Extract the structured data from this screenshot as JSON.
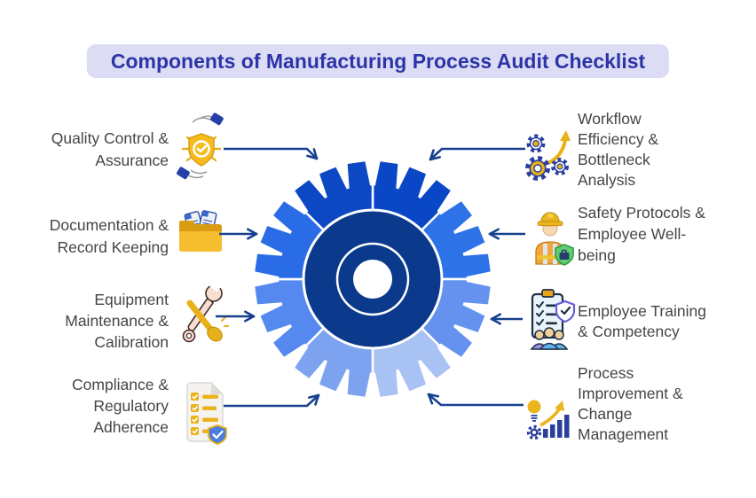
{
  "title": "Components of Manufacturing Process Audit Checklist",
  "title_style": {
    "text_color": "#2c34a7",
    "pill_bg": "#dcddf4"
  },
  "items_left": [
    {
      "label": "Quality Control &\nAssurance",
      "icon": "shield-check-hands-icon"
    },
    {
      "label": "Documentation &\nRecord Keeping",
      "icon": "folder-documents-icon"
    },
    {
      "label": "Equipment\nMaintenance &\nCalibration",
      "icon": "crossed-tools-icon"
    },
    {
      "label": "Compliance &\nRegulatory\nAdherence",
      "icon": "checklist-shield-icon"
    }
  ],
  "items_right": [
    {
      "label": "Workflow\nEfficiency &\nBottleneck\nAnalysis",
      "icon": "gears-growth-arrow-icon"
    },
    {
      "label": "Safety Protocols &\nEmployee Well-\nbeing",
      "icon": "safety-worker-shield-icon"
    },
    {
      "label": "Employee Training\n& Competency",
      "icon": "clipboard-team-shield-icon"
    },
    {
      "label": "Process\nImprovement &\nChange\nManagement",
      "icon": "lightbulb-chart-gear-icon"
    }
  ],
  "gear": {
    "segments": [
      "#0a47c6",
      "#2e72e8",
      "#6492ee",
      "#a9c2f4",
      "#7da3f0",
      "#5589ef",
      "#2a6ce6",
      "#0c48c4"
    ],
    "hub_color": "#0b3a8c",
    "divider_color": "#ffffff"
  },
  "arrow_color": "#17418f",
  "label_color": "#454545",
  "background": "#ffffff"
}
